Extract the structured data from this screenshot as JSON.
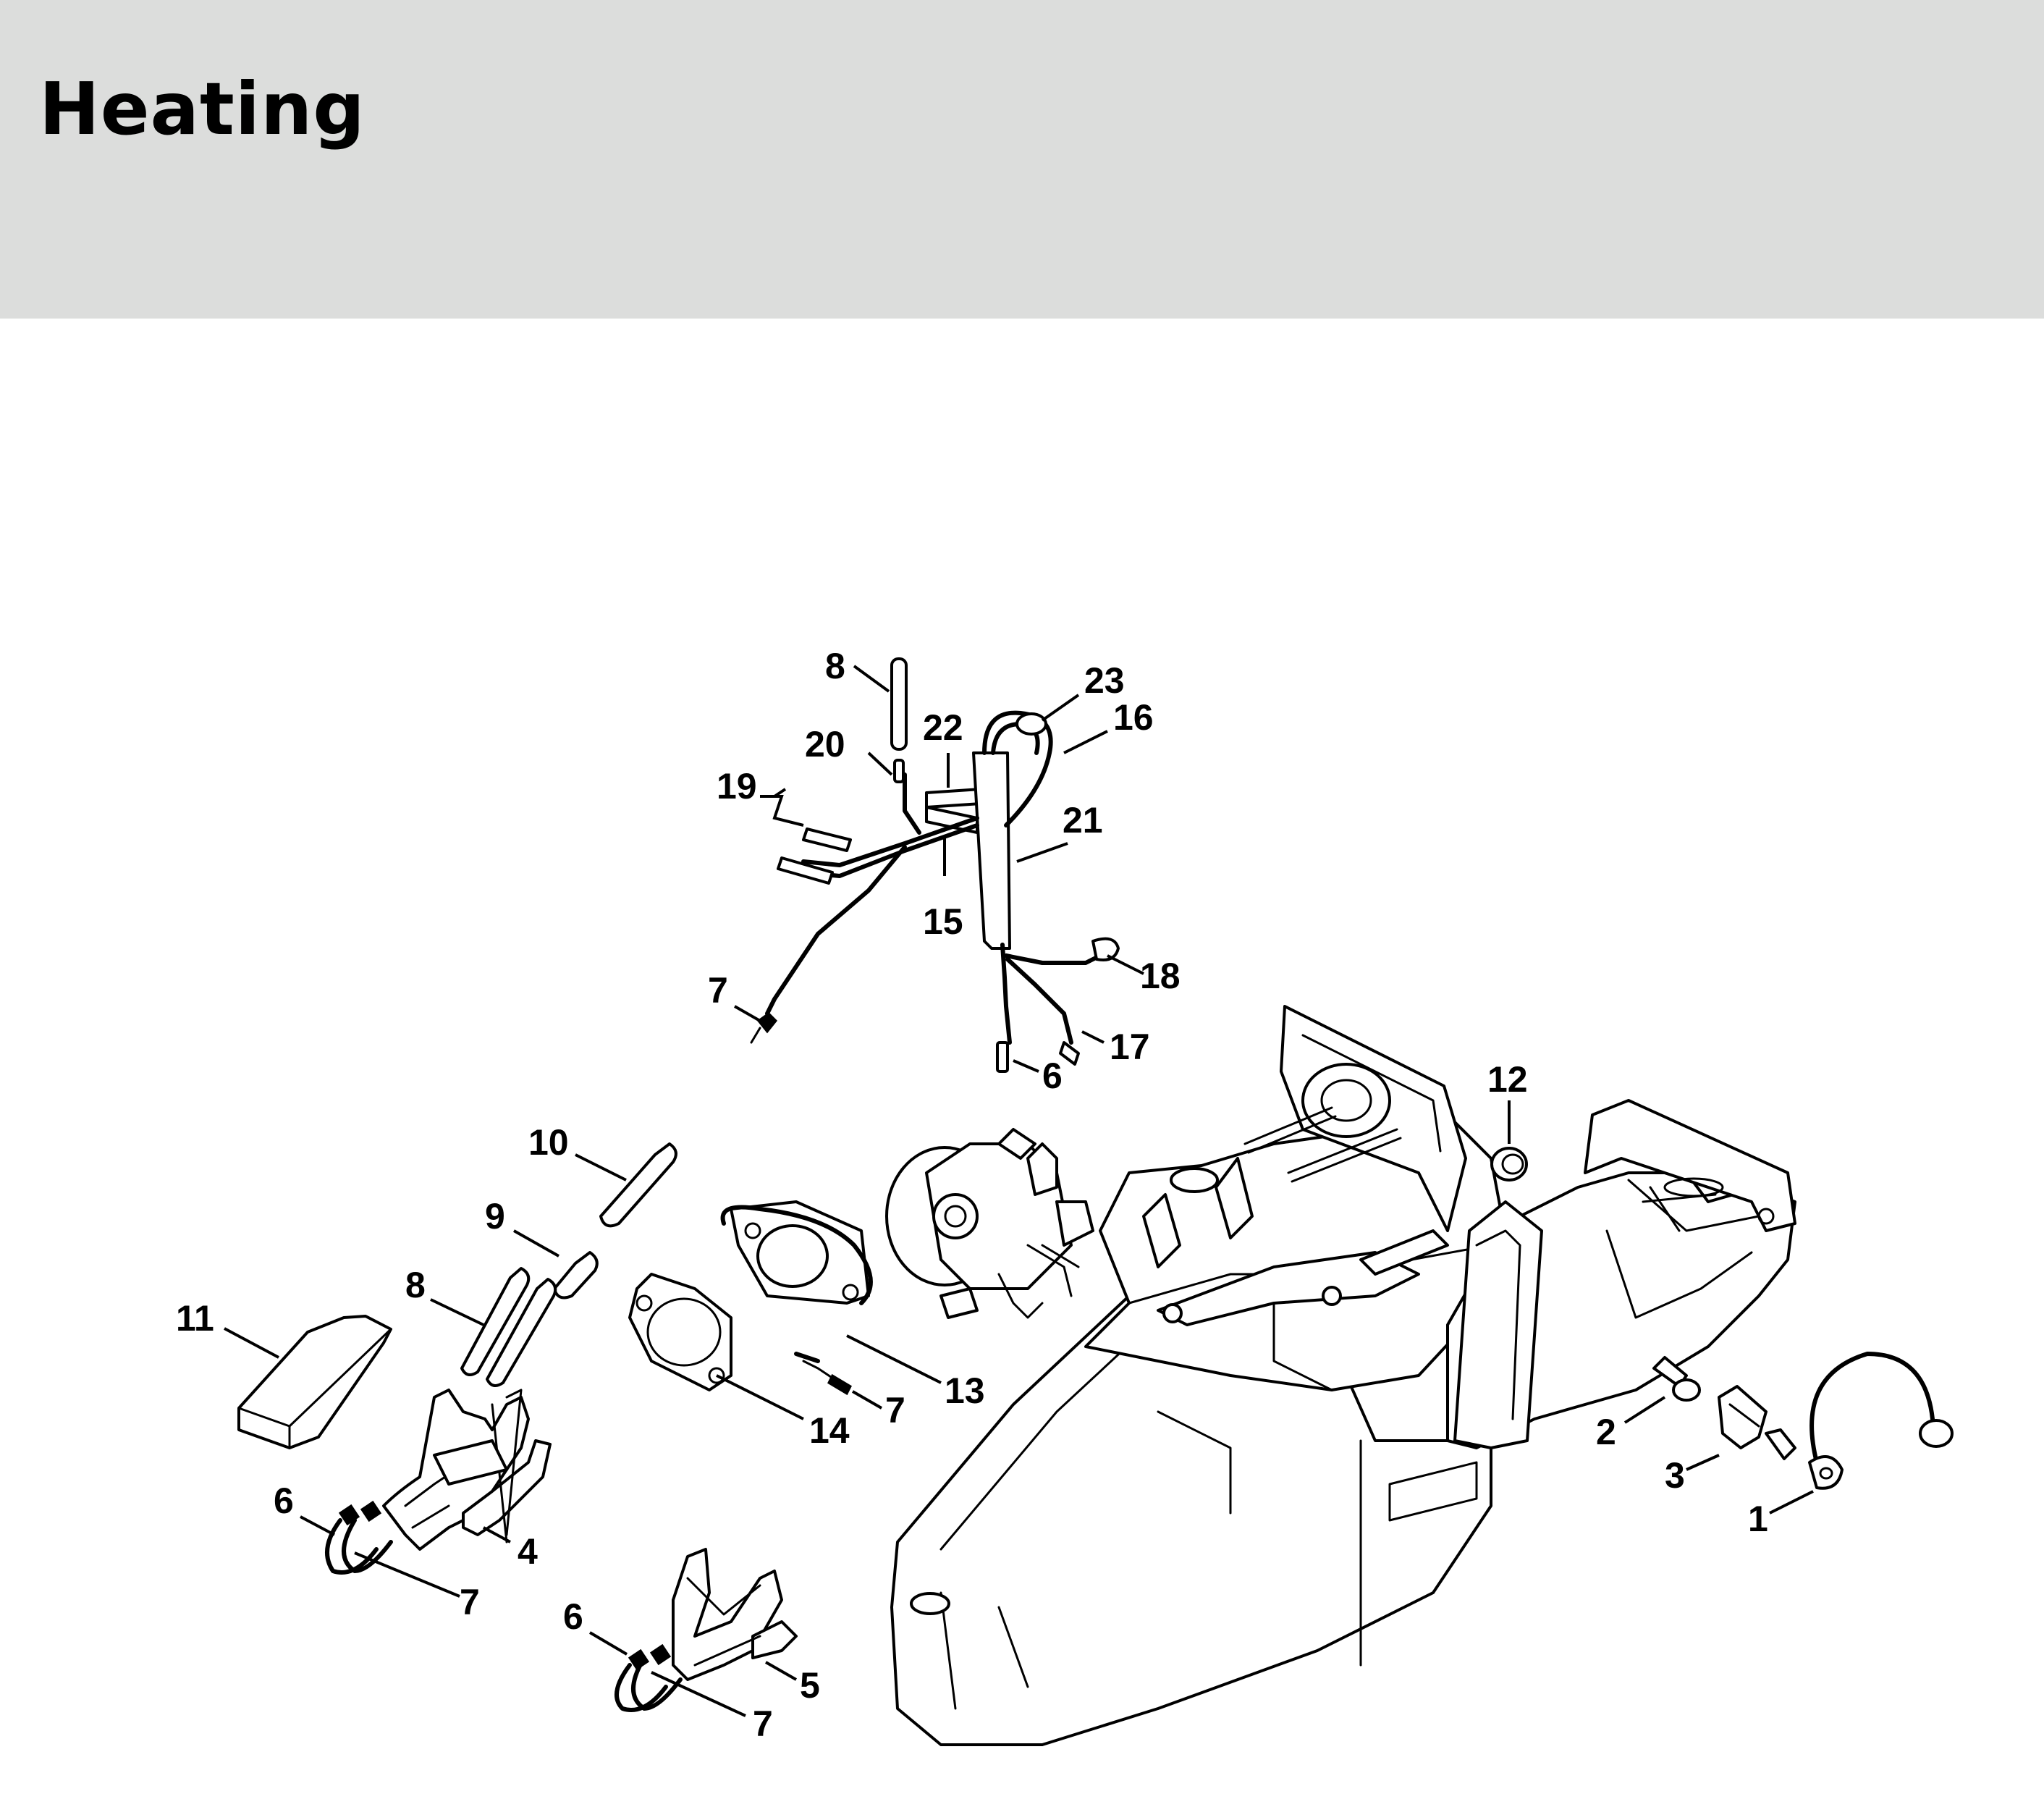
{
  "page": {
    "title": "Heating"
  },
  "diagram": {
    "callouts": [
      {
        "id": "c8a",
        "text": "8"
      },
      {
        "id": "c23",
        "text": "23"
      },
      {
        "id": "c22",
        "text": "22"
      },
      {
        "id": "c16",
        "text": "16"
      },
      {
        "id": "c20",
        "text": "20"
      },
      {
        "id": "c19",
        "text": "19"
      },
      {
        "id": "c21",
        "text": "21"
      },
      {
        "id": "c15",
        "text": "15"
      },
      {
        "id": "c18",
        "text": "18"
      },
      {
        "id": "c7a",
        "text": "7"
      },
      {
        "id": "c17",
        "text": "17"
      },
      {
        "id": "c6a",
        "text": "6"
      },
      {
        "id": "c12",
        "text": "12"
      },
      {
        "id": "c10",
        "text": "10"
      },
      {
        "id": "c9",
        "text": "9"
      },
      {
        "id": "c8b",
        "text": "8"
      },
      {
        "id": "c11",
        "text": "11"
      },
      {
        "id": "c13",
        "text": "13"
      },
      {
        "id": "c7b",
        "text": "7"
      },
      {
        "id": "c14",
        "text": "14"
      },
      {
        "id": "c2",
        "text": "2"
      },
      {
        "id": "c3",
        "text": "3"
      },
      {
        "id": "c1",
        "text": "1"
      },
      {
        "id": "c6b",
        "text": "6"
      },
      {
        "id": "c4",
        "text": "4"
      },
      {
        "id": "c7c",
        "text": "7"
      },
      {
        "id": "c6c",
        "text": "6"
      },
      {
        "id": "c5",
        "text": "5"
      },
      {
        "id": "c7d",
        "text": "7"
      }
    ]
  }
}
